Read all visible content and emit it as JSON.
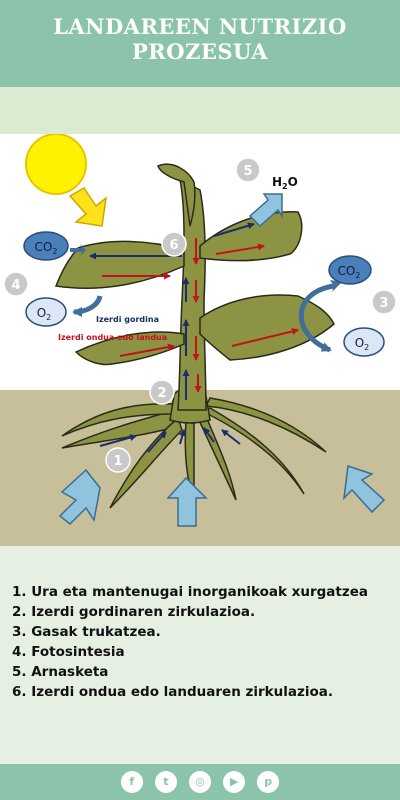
{
  "header": {
    "title_line1": "LANDAREEN NUTRIZIO",
    "title_line2": "PROZESUA"
  },
  "diagram": {
    "gases": {
      "co2": "CO",
      "o2": "O",
      "h2o_h": "H",
      "h2o_o": "O",
      "subscript": "2"
    },
    "markers": [
      "1",
      "2",
      "3",
      "4",
      "5",
      "6"
    ],
    "labels": {
      "raw_sap": "Izerdi gordina",
      "elaborated_sap": "Izerdi ondua edo landua"
    },
    "colors": {
      "raw_sap": "#1b2d6b",
      "elaborated_sap": "#c0141a",
      "plant": "#8c9443",
      "gas_co2": "#4a7fba",
      "gas_o2": "#dbe7f4",
      "arrow_blue": "#8fc3de",
      "sun": "#fff200",
      "soil": "#c7bf9a"
    }
  },
  "legend": {
    "items": [
      "1. Ura  eta mantenugai inorganikoak xurgatzea",
      "2.  Izerdi gordinaren zirkulazioa.",
      "3. Gasak trukatzea.",
      "4. Fotosintesia",
      "5. Arnasketa",
      "6. Izerdi  ondua edo landuaren zirkulazioa."
    ]
  },
  "footer": {
    "social_icons": [
      {
        "name": "facebook-icon",
        "glyph": "f"
      },
      {
        "name": "twitter-icon",
        "glyph": "t"
      },
      {
        "name": "instagram-icon",
        "glyph": "◎"
      },
      {
        "name": "youtube-icon",
        "glyph": "▶"
      },
      {
        "name": "pinterest-icon",
        "glyph": "p"
      }
    ]
  }
}
